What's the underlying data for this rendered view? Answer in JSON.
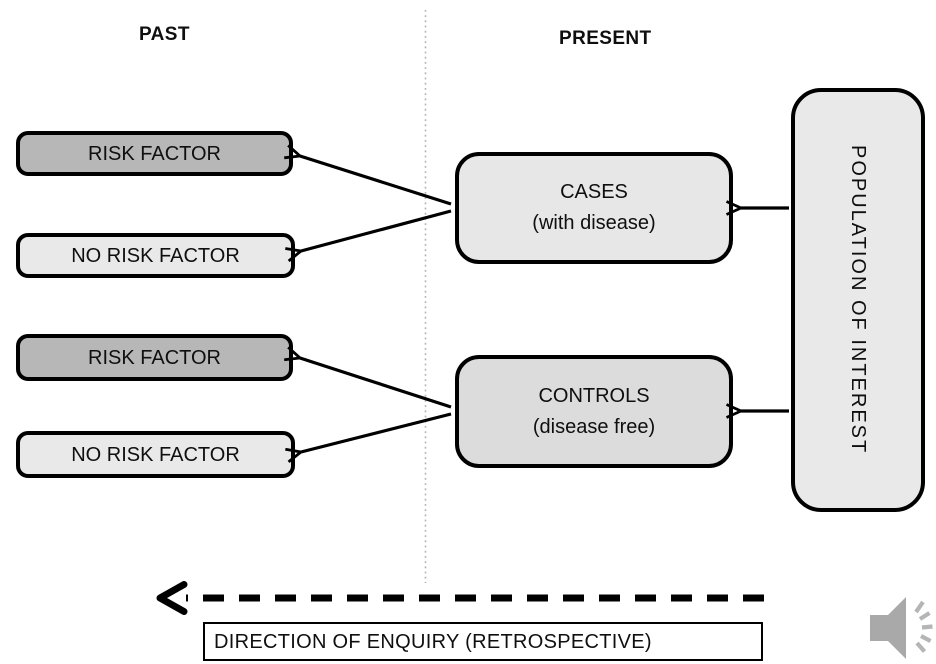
{
  "slide": {
    "headers": {
      "past": "PAST",
      "present": "PRESENT"
    },
    "left_boxes": {
      "risk_factor": "RISK FACTOR",
      "no_risk_factor": "NO RISK FACTOR"
    },
    "cases": {
      "title": "CASES",
      "subtitle": "(with disease)"
    },
    "controls": {
      "title": "CONTROLS",
      "subtitle": "(disease free)"
    },
    "population": {
      "label": "POPULATION OF INTEREST"
    },
    "direction": {
      "label": "DIRECTION OF ENQUIRY (RETROSPECTIVE)"
    },
    "icons": {
      "speaker": "speaker-audio-icon"
    },
    "colors": {
      "risk_factor_fill": "#b7b7b7",
      "no_risk_factor_fill": "#e9e9e9",
      "cases_fill": "#e7e7e7",
      "controls_fill": "#dcdcdc",
      "population_fill": "#e9e9e9",
      "direction_fill": "#ffffff",
      "stroke": "#000000",
      "divider_color": "#b3b3b3",
      "speaker_color": "#a9a9a9",
      "speaker_wave_color": "#b5b5b5",
      "text_color": "#0f0f0f"
    }
  }
}
